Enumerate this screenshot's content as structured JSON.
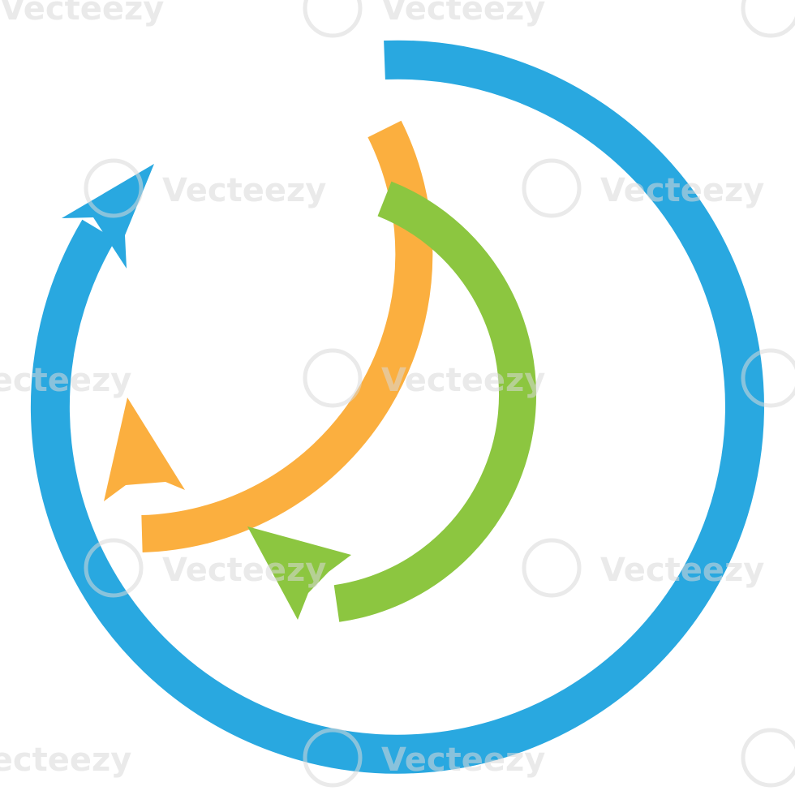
{
  "watermark": {
    "text": "Vecteezy"
  },
  "arrows": [
    {
      "name": "outer-arrow",
      "color": "#29a8e0"
    },
    {
      "name": "middle-arrow",
      "color": "#fbaf3f"
    },
    {
      "name": "inner-arrow",
      "color": "#8cc640"
    }
  ]
}
